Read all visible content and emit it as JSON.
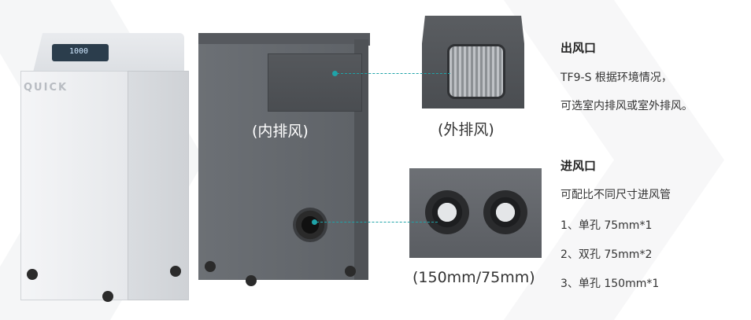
{
  "unit_logo": "QUICK",
  "panel_text": "1000",
  "captions": {
    "internal": "(内排风)",
    "external": "(外排风)",
    "inlet": "(150mm/75mm)"
  },
  "outlet_section": {
    "title": "出风口",
    "lines": [
      "TF9-S 根据环境情况，",
      "可选室内排风或室外排风。"
    ]
  },
  "inlet_section": {
    "title": "进风口",
    "intro": "可配比不同尺寸进风管",
    "options": [
      "1、单孔 75mm*1",
      "2、双孔 75mm*2",
      "3、单孔 150mm*1"
    ]
  },
  "colors": {
    "accent": "#1fa3a8",
    "unit_grey": "#63676c",
    "unit_white": "#eceef1"
  }
}
